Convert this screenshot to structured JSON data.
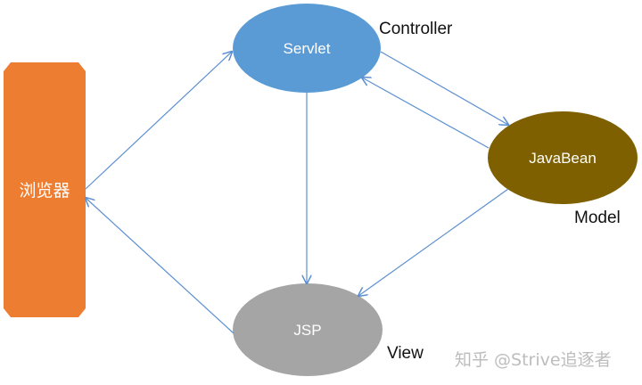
{
  "nodes": {
    "browser": {
      "label": "浏览器",
      "color": "#ed7d31"
    },
    "servlet": {
      "label": "Servlet",
      "color": "#5b9bd5"
    },
    "javabean": {
      "label": "JavaBean",
      "color": "#7f6000"
    },
    "jsp": {
      "label": "JSP",
      "color": "#a5a5a5"
    }
  },
  "roles": {
    "controller": "Controller",
    "model": "Model",
    "view": "View"
  },
  "watermark": "知乎 @Strive追逐者",
  "arrow_color": "#5b8fd1"
}
